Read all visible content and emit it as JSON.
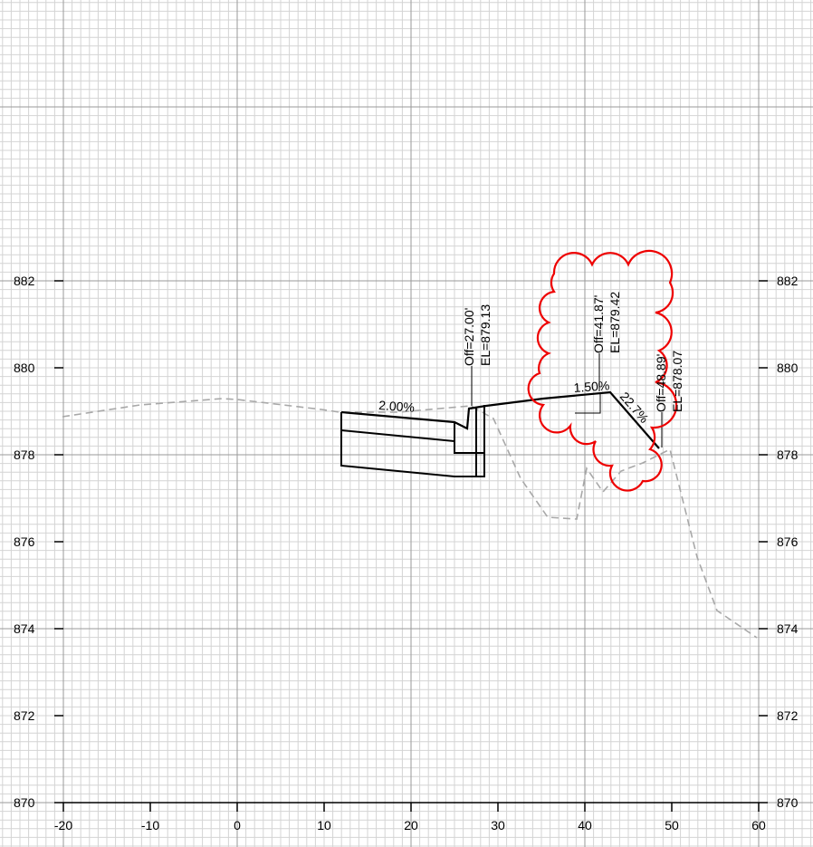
{
  "axes": {
    "x_ticks": [
      "-20",
      "-10",
      "0",
      "10",
      "20",
      "30",
      "40",
      "50",
      "60"
    ],
    "y_ticks": [
      "870",
      "872",
      "874",
      "876",
      "878",
      "880",
      "882"
    ],
    "x_range": [
      -20,
      60
    ],
    "y_range": [
      870,
      882
    ]
  },
  "annotations": {
    "slope_left": "2.00%",
    "slope_mid": "1.50%",
    "slope_right": "22.7%",
    "callout_1": {
      "offset": "Off=27.00'",
      "elevation": "EL=879.13"
    },
    "callout_2": {
      "offset": "Off=41.87'",
      "elevation": "EL=879.42"
    },
    "callout_3": {
      "offset": "Off=48.89'",
      "elevation": "EL=878.07"
    }
  },
  "colors": {
    "revision_cloud": "#ee0000",
    "existing_ground": "#a8a8a8",
    "proposed_section": "#000000",
    "grid_major": "#9a9a9a",
    "grid_minor": "#d4d4d4"
  }
}
